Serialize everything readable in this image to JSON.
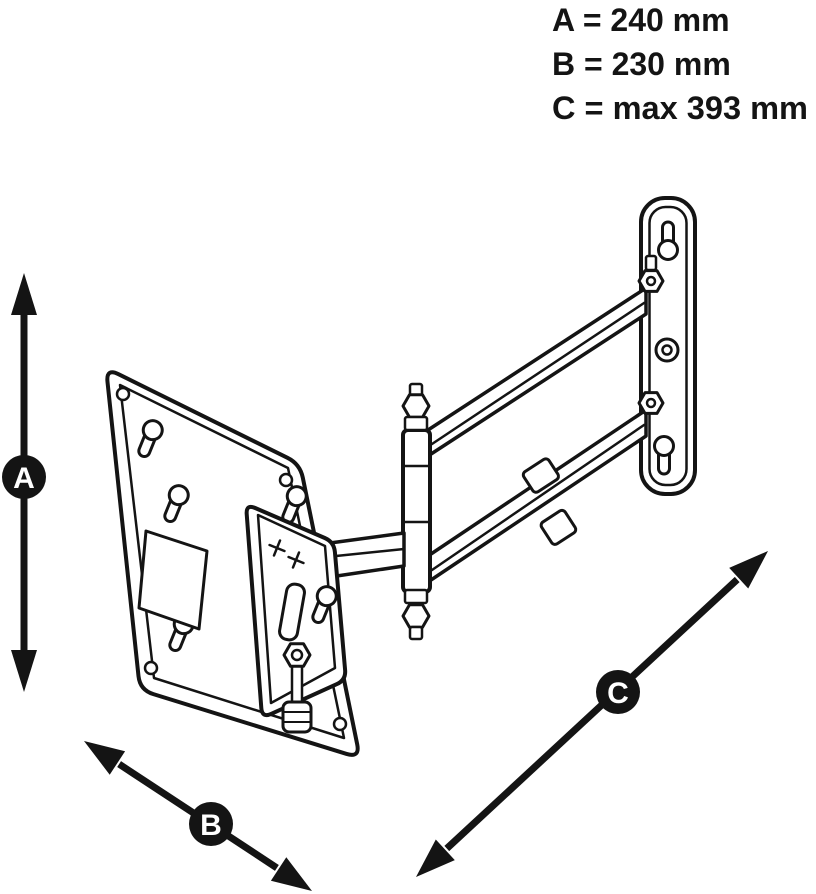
{
  "colors": {
    "ink": "#141414",
    "paper": "#ffffff"
  },
  "legend": {
    "a": "A = 240 mm",
    "b": "B = 230 mm",
    "c": "C = max 393 mm"
  },
  "markers": {
    "a": "A",
    "b": "B",
    "c": "C"
  }
}
